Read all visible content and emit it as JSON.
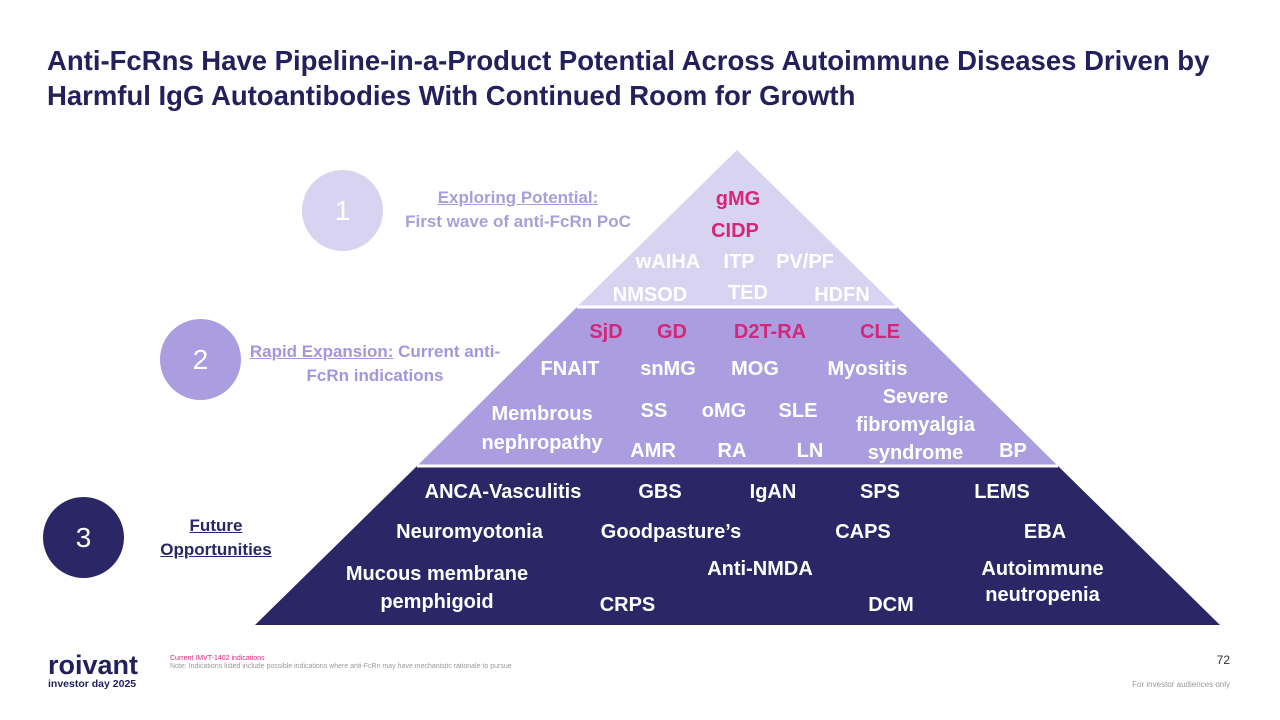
{
  "title": "Anti-FcRns Have Pipeline-in-a-Product Potential Across Autoimmune Diseases Driven by Harmful IgG Autoantibodies With Continued Room for Growth",
  "colors": {
    "tier1": "#d8d3f0",
    "tier2": "#ab9ee0",
    "tier3": "#2b2766",
    "navy": "#23205c",
    "pink": "#d6267a",
    "circle1": "#d8d3f0",
    "circle2": "#ab9ee0",
    "circle3": "#2b2766"
  },
  "tiers": [
    {
      "number": "1",
      "caption_link": "Exploring Potential:",
      "caption_rest": "First wave of anti-FcRn PoC",
      "current": [
        "gMG",
        "CIDP"
      ],
      "other": [
        "wAIHA",
        "ITP",
        "PV/PF",
        "NMSOD",
        "TED",
        "HDFN"
      ]
    },
    {
      "number": "2",
      "caption_link": "Rapid Expansion:",
      "caption_rest": " Current anti-FcRn indications",
      "current": [
        "SjD",
        "GD",
        "D2T-RA",
        "CLE"
      ],
      "other": [
        "FNAIT",
        "snMG",
        "MOG",
        "Myositis",
        "Membrous nephropathy",
        "SS",
        "oMG",
        "SLE",
        "Severe fibromyalgia syndrome",
        "AMR",
        "RA",
        "LN",
        "BP"
      ]
    },
    {
      "number": "3",
      "caption_link": "Future Opportunities",
      "other": [
        "ANCA-Vasculitis",
        "GBS",
        "IgAN",
        "SPS",
        "LEMS",
        "Neuromyotonia",
        "Goodpasture’s",
        "CAPS",
        "EBA",
        "Mucous membrane pemphigoid",
        "Anti-NMDA",
        "Autoimmune neutropenia",
        "CRPS",
        "DCM"
      ]
    }
  ],
  "footnotes": {
    "line1": "Current IMVT-1402 indications",
    "line2": "Note: Indications listed include possible indications where anti-FcRn may have mechanistic rationale to pursue"
  },
  "logo": {
    "word": "roivant",
    "sub": "investor day 2025"
  },
  "page_number": "72",
  "audience_note": "For investor audiences only"
}
